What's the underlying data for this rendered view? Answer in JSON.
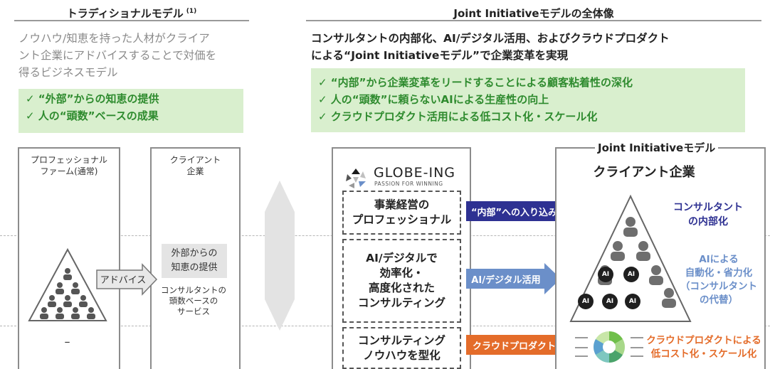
{
  "left": {
    "title": "トラディショナルモデル",
    "title_note": "(1)",
    "desc": [
      "ノウハウ/知恵を持った人材がクライア",
      "ント企業にアドバイスすることで対価を",
      "得るビジネスモデル"
    ],
    "points": [
      "✓ “外部”からの知恵の提供",
      "✓ 人の“頭数”ベースの成果"
    ],
    "firm_label": [
      "プロフェッショナル",
      "ファーム(通常)"
    ],
    "client_label": [
      "クライアント",
      "企業"
    ],
    "advice_label": "アドバイス",
    "external_box": [
      "外部からの",
      "知恵の提供"
    ],
    "service_text": [
      "コンサルタントの",
      "頭数ベースの",
      "サービス"
    ],
    "dash_mark": "–"
  },
  "right": {
    "title": "Joint Initiativeモデルの全体像",
    "subtitle": [
      "コンサルタントの内部化、AI/デジタル活用、およびクラウドプロダクト",
      "による“Joint Initiativeモデル”で企業変革を実現"
    ],
    "points": [
      "✓ “内部”から企業変革をリードすることによる顧客粘着性の深化",
      "✓ 人の“頭数”に頼らないAIによる生産性の向上",
      "✓ クラウドプロダクト活用による低コスト化・スケール化"
    ],
    "logo_name": "GLOBE-ING",
    "logo_tagline": "PASSION FOR WINNING",
    "boxes": [
      [
        "事業経営の",
        "プロフェッショナル"
      ],
      [
        "AI/デジタルで",
        "効率化・",
        "高度化された",
        "コンサルティング"
      ],
      [
        "コンサルティング",
        "ノウハウを型化"
      ]
    ],
    "arrows": [
      "“内部”への入り込み",
      "AI/デジタル活用",
      "クラウドプロダクト"
    ],
    "client_panel_label": "Joint Initiativeモデル",
    "client_panel_title": "クライアント企業",
    "ai_badge": "AI",
    "effects": [
      [
        "コンサルタント",
        "の内部化"
      ],
      [
        "AIによる",
        "自動化・省力化",
        "（コンサルタント",
        "の代替）"
      ],
      [
        "クラウドプロダクトによる",
        "低コスト化・スケール化"
      ]
    ]
  },
  "colors": {
    "green_bg": "#d9efce",
    "green_text": "#2e8b2e",
    "navy": "#2e3192",
    "light_blue": "#6b8fc9",
    "orange": "#e46c2a"
  }
}
